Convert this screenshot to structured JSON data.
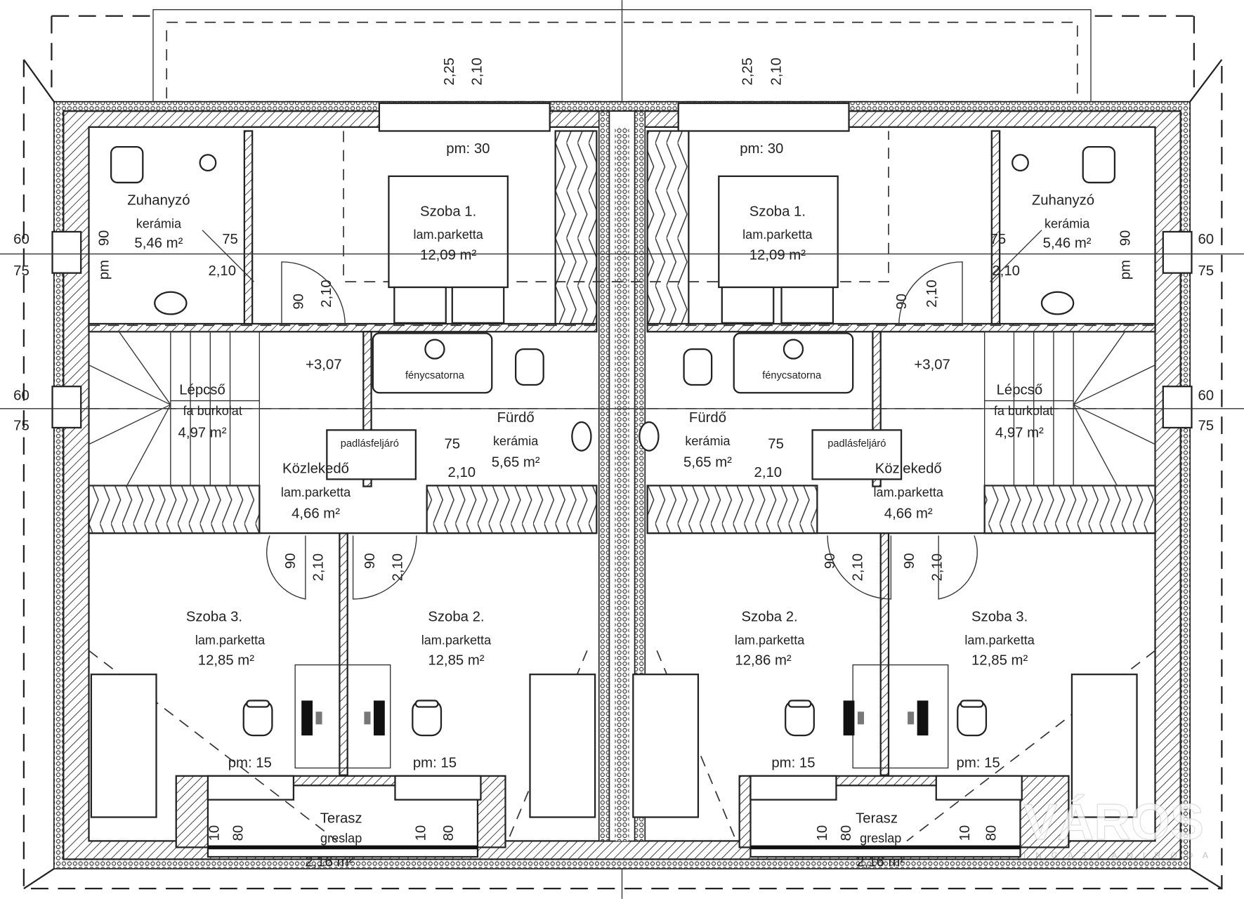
{
  "title": "Tetőtér alaprajz (ikerház)",
  "watermark": {
    "main": "VÁROS",
    "sub": "INGATLANIRODA"
  },
  "dimensions": {
    "top_a": "2,25",
    "top_b": "2,10",
    "side_60": "60",
    "side_75": "75",
    "door_90": "90",
    "door_75": "75",
    "door_210": "2,10",
    "pm": "pm",
    "terrace_10": "10",
    "terrace_80": "80",
    "level": "+3,07"
  },
  "left_unit": {
    "zuhanyzo": {
      "name": "Zuhanyzó",
      "floor": "kerámia",
      "area": "5,46 m²"
    },
    "szoba1": {
      "name": "Szoba 1.",
      "floor": "lam.parketta",
      "area": "12,09 m²",
      "sill": "pm: 30"
    },
    "lepcso": {
      "name": "Lépcső",
      "floor": "fa burkolat",
      "area": "4,97 m²"
    },
    "furdo": {
      "name": "Fürdő",
      "floor": "kerámia",
      "area": "5,65 m²",
      "skylight": "fénycsatorna"
    },
    "kozlekedo": {
      "name": "Közlekedő",
      "floor": "lam.parketta",
      "area": "4,66 m²",
      "attic": "padlásfeljáró"
    },
    "szoba3": {
      "name": "Szoba 3.",
      "floor": "lam.parketta",
      "area": "12,85 m²",
      "sill": "pm: 15"
    },
    "szoba2": {
      "name": "Szoba 2.",
      "floor": "lam.parketta",
      "area": "12,85 m²",
      "sill": "pm: 15"
    },
    "terasz": {
      "name": "Terasz",
      "floor": "greslap",
      "area": "2,16 m²"
    }
  },
  "right_unit": {
    "zuhanyzo": {
      "name": "Zuhanyzó",
      "floor": "kerámia",
      "area": "5,46 m²"
    },
    "szoba1": {
      "name": "Szoba 1.",
      "floor": "lam.parketta",
      "area": "12,09 m²",
      "sill": "pm: 30"
    },
    "lepcso": {
      "name": "Lépcső",
      "floor": "fa burkolat",
      "area": "4,97 m²"
    },
    "furdo": {
      "name": "Fürdő",
      "floor": "kerámia",
      "area": "5,65 m²",
      "skylight": "fénycsatorna"
    },
    "kozlekedo": {
      "name": "Közlekedő",
      "floor": "lam.parketta",
      "area": "4,66 m²",
      "attic": "padlásfeljáró"
    },
    "szoba3": {
      "name": "Szoba 3.",
      "floor": "lam.parketta",
      "area": "12,85 m²",
      "sill": "pm: 15"
    },
    "szoba2": {
      "name": "Szoba 2.",
      "floor": "lam.parketta",
      "area": "12,86 m²",
      "sill": "pm: 15"
    },
    "terasz": {
      "name": "Terasz",
      "floor": "greslap",
      "area": "2,16 m²"
    }
  }
}
